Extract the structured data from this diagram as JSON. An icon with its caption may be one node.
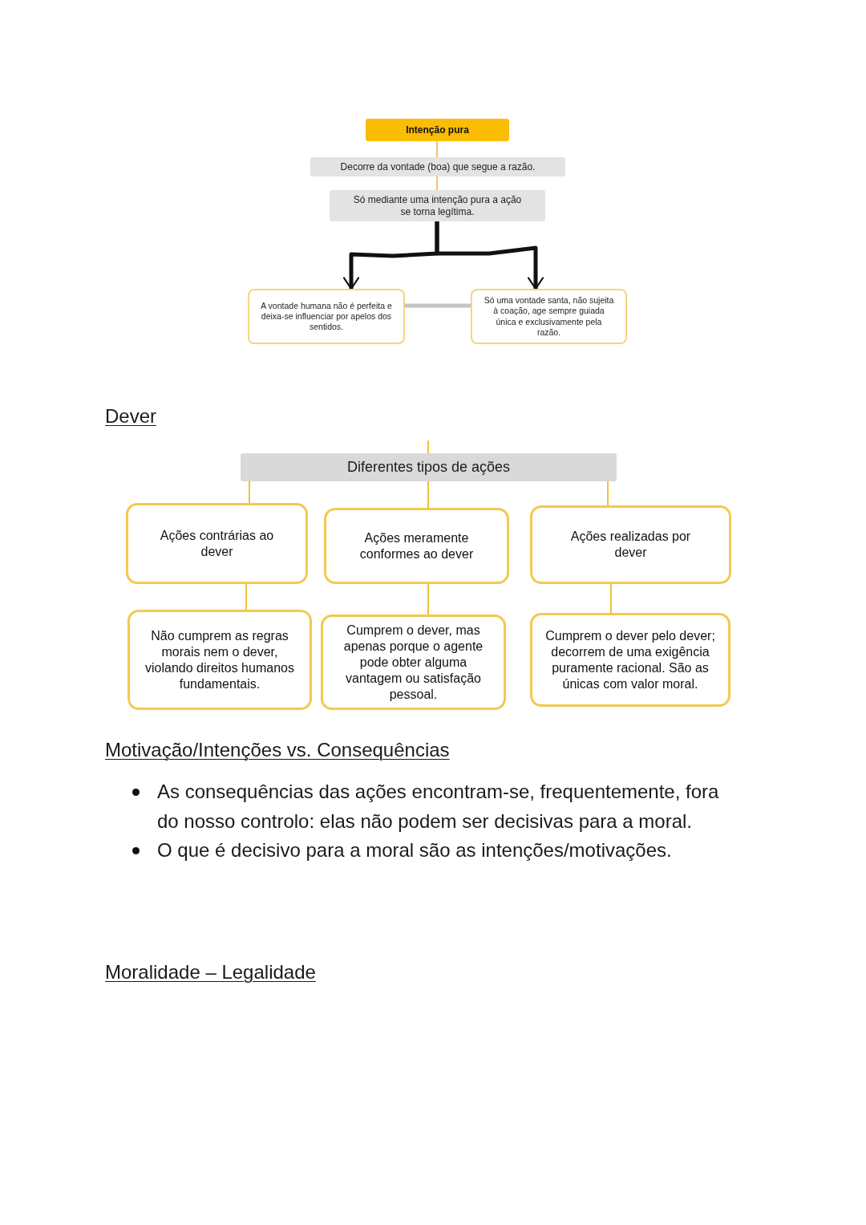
{
  "diagram": {
    "nodes": [
      {
        "text": [
          "Intenção pura"
        ]
      },
      {
        "text": [
          "Decorre da vontade (boa) que segue a razão."
        ]
      },
      {
        "text": [
          "Só mediante uma intenção pura a ação se torna legítima."
        ]
      },
      {
        "text": [
          "A vontade humana não é perfeita e deixa-se influenciar por apelos dos sentidos."
        ]
      },
      {
        "text": [
          "Só uma vontade santa, não sujeita à coação, age sempre guiada única e exclusivamente pela razão."
        ]
      },
      {
        "text": [
          "Diferentes tipos de ações"
        ]
      },
      {
        "text": [
          "Ações contrárias ao dever"
        ]
      },
      {
        "text": [
          "Ações meramente conformes ao dever"
        ]
      },
      {
        "text": [
          "Ações realizadas por dever"
        ]
      },
      {
        "text": [
          "Não cumprem as regras morais nem o dever, violando direitos humanos fundamentais."
        ]
      },
      {
        "text": [
          "Cumprem o dever, mas apenas porque o agente pode obter alguma vantagem ou satisfação pessoal."
        ]
      },
      {
        "text": [
          "Cumprem o dever pelo dever; decorrem de uma exigência puramente racional. São as únicas com valor moral."
        ]
      }
    ],
    "edges": [
      {
        "from": 0,
        "to": 1,
        "arrow": "none",
        "color": "#f6c26b"
      },
      {
        "from": 1,
        "to": 2,
        "arrow": "none",
        "color": "#f6c26b"
      },
      {
        "from": 2,
        "to": 3,
        "arrow": "to",
        "style": "thick",
        "color": "#111111"
      },
      {
        "from": 2,
        "to": 4,
        "arrow": "to",
        "style": "thick",
        "color": "#111111"
      },
      {
        "from": 3,
        "to": 4,
        "arrow": "none",
        "style": "thick",
        "color": "#c4c4c4"
      },
      {
        "from": null,
        "to": 5,
        "arrow": "none"
      },
      {
        "from": 5,
        "to": 6,
        "arrow": "none"
      },
      {
        "from": 5,
        "to": 7,
        "arrow": "none"
      },
      {
        "from": 5,
        "to": 8,
        "arrow": "none"
      },
      {
        "from": 6,
        "to": 9,
        "arrow": "none"
      },
      {
        "from": 7,
        "to": 10,
        "arrow": "none"
      },
      {
        "from": 8,
        "to": 11,
        "arrow": "none"
      }
    ],
    "labels": [
      "Dever",
      "Motivação/Intenções vs. Consequências",
      "As consequências das ações encontram-se, frequentemente, fora do nosso controlo: elas não podem ser decisivas para a moral.",
      "O que é decisivo para a moral são as intenções/motivações.",
      "Moralidade – Legalidade"
    ]
  }
}
